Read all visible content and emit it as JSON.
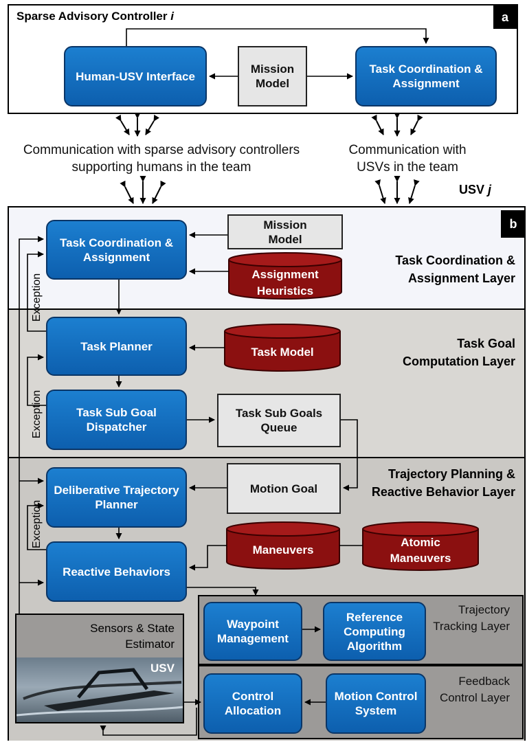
{
  "panel_a": {
    "title": "Sparse Advisory Controller ",
    "title_var": "i",
    "badge": "a",
    "human_usv_interface": "Human-USV Interface",
    "mission_model": "Mission Model",
    "task_coord": "Task Coordination & Assignment"
  },
  "comm": {
    "left": "Communication with sparse advisory controllers supporting humans in the team",
    "right": "Communication with USVs in the team",
    "usv_label": "USV ",
    "usv_var": "j"
  },
  "panel_b": {
    "badge": "b",
    "task_coord": "Task Coordination & Assignment",
    "mission_model": "Mission Model",
    "assignment_heuristics": [
      "Assignment",
      "Heuristics"
    ],
    "layer1": "Task Coordination & Assignment Layer",
    "task_planner": "Task Planner",
    "task_model": "Task Model",
    "layer2": "Task Goal Computation Layer",
    "sub_goal_dispatcher": "Task Sub Goal Dispatcher",
    "sub_goals_queue": "Task Sub Goals Queue",
    "deliberative": "Deliberative Trajectory Planner",
    "motion_goal": "Motion Goal",
    "layer3": "Trajectory Planning & Reactive Behavior Layer",
    "maneuvers": "Maneuvers",
    "atomic_maneuvers": [
      "Atomic",
      "Maneuvers"
    ],
    "reactive": "Reactive Behaviors",
    "exception": "Exception",
    "sensors": "Sensors & State Estimator",
    "usv_photo_label": "USV",
    "waypoint": "Waypoint Management",
    "reference": "Reference Computing Algorithm",
    "tracking_layer": "Trajectory Tracking Layer",
    "control_alloc": "Control Allocation",
    "motion_control": "Motion Control System",
    "feedback_layer": "Feedback Control Layer"
  },
  "colors": {
    "blue_box": "#1a74c4",
    "cylinder": "#8b1010",
    "layer1_bg": "#f4f5fa",
    "layer2_bg": "#d9d7d3",
    "layer3_bg": "#cac8c4"
  }
}
